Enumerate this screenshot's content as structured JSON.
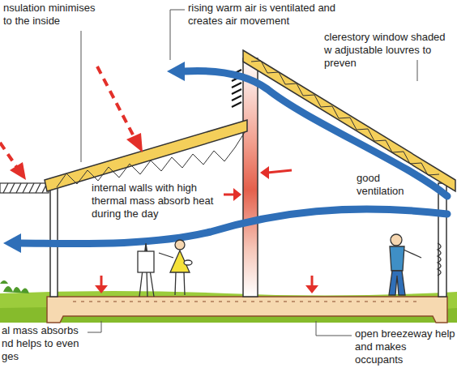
{
  "diagram": {
    "labels": [
      "nsulation minimises to the inside",
      "rising warm air is ventilated and creates air movement",
      "clerestory window shaded w adjustable louvres to preven",
      "good ventilation",
      "internal walls with high thermal mass absorb heat during the day",
      "al mass absorbs nd helps to even ges",
      "open breezeway help and makes occupants"
    ]
  }
}
